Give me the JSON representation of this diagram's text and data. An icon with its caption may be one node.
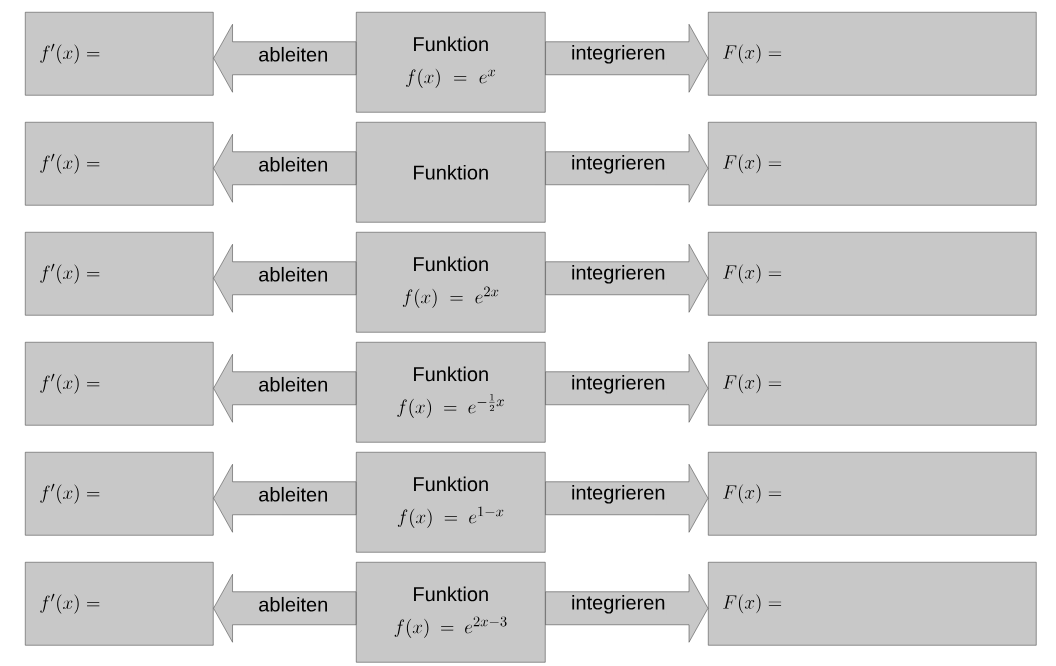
{
  "diagram": {
    "nodes": [
      {
        "text": [
          "f'(x) ="
        ]
      },
      {
        "text": [
          "Funktion",
          "f(x) = e^{x}"
        ]
      },
      {
        "text": [
          "F(x) ="
        ]
      },
      {
        "text": [
          "f'(x) ="
        ]
      },
      {
        "text": [
          "Funktion"
        ]
      },
      {
        "text": [
          "F(x) ="
        ]
      },
      {
        "text": [
          "f'(x) ="
        ]
      },
      {
        "text": [
          "Funktion",
          "f(x) = e^{2x}"
        ]
      },
      {
        "text": [
          "F(x) ="
        ]
      },
      {
        "text": [
          "f'(x) ="
        ]
      },
      {
        "text": [
          "Funktion",
          "f(x) = e^{-\\frac{1}{2}x}"
        ]
      },
      {
        "text": [
          "F(x) ="
        ]
      },
      {
        "text": [
          "f'(x) ="
        ]
      },
      {
        "text": [
          "Funktion",
          "f(x) = e^{1-x}"
        ]
      },
      {
        "text": [
          "F(x) ="
        ]
      },
      {
        "text": [
          "f'(x) ="
        ]
      },
      {
        "text": [
          "Funktion",
          "f(x) = e^{2x-3}"
        ]
      },
      {
        "text": [
          "F(x) ="
        ]
      }
    ],
    "edges": [
      {
        "from": 1,
        "to": 0,
        "arrow": "to",
        "label": "ableiten"
      },
      {
        "from": 1,
        "to": 2,
        "arrow": "to",
        "label": "integrieren"
      },
      {
        "from": 4,
        "to": 3,
        "arrow": "to",
        "label": "ableiten"
      },
      {
        "from": 4,
        "to": 5,
        "arrow": "to",
        "label": "integrieren"
      },
      {
        "from": 7,
        "to": 6,
        "arrow": "to",
        "label": "ableiten"
      },
      {
        "from": 7,
        "to": 8,
        "arrow": "to",
        "label": "integrieren"
      },
      {
        "from": 10,
        "to": 9,
        "arrow": "to",
        "label": "ableiten"
      },
      {
        "from": 10,
        "to": 11,
        "arrow": "to",
        "label": "integrieren"
      },
      {
        "from": 13,
        "to": 12,
        "arrow": "to",
        "label": "ableiten"
      },
      {
        "from": 13,
        "to": 14,
        "arrow": "to",
        "label": "integrieren"
      },
      {
        "from": 16,
        "to": 15,
        "arrow": "to",
        "label": "ableiten"
      },
      {
        "from": 16,
        "to": 17,
        "arrow": "to",
        "label": "integrieren"
      }
    ]
  }
}
